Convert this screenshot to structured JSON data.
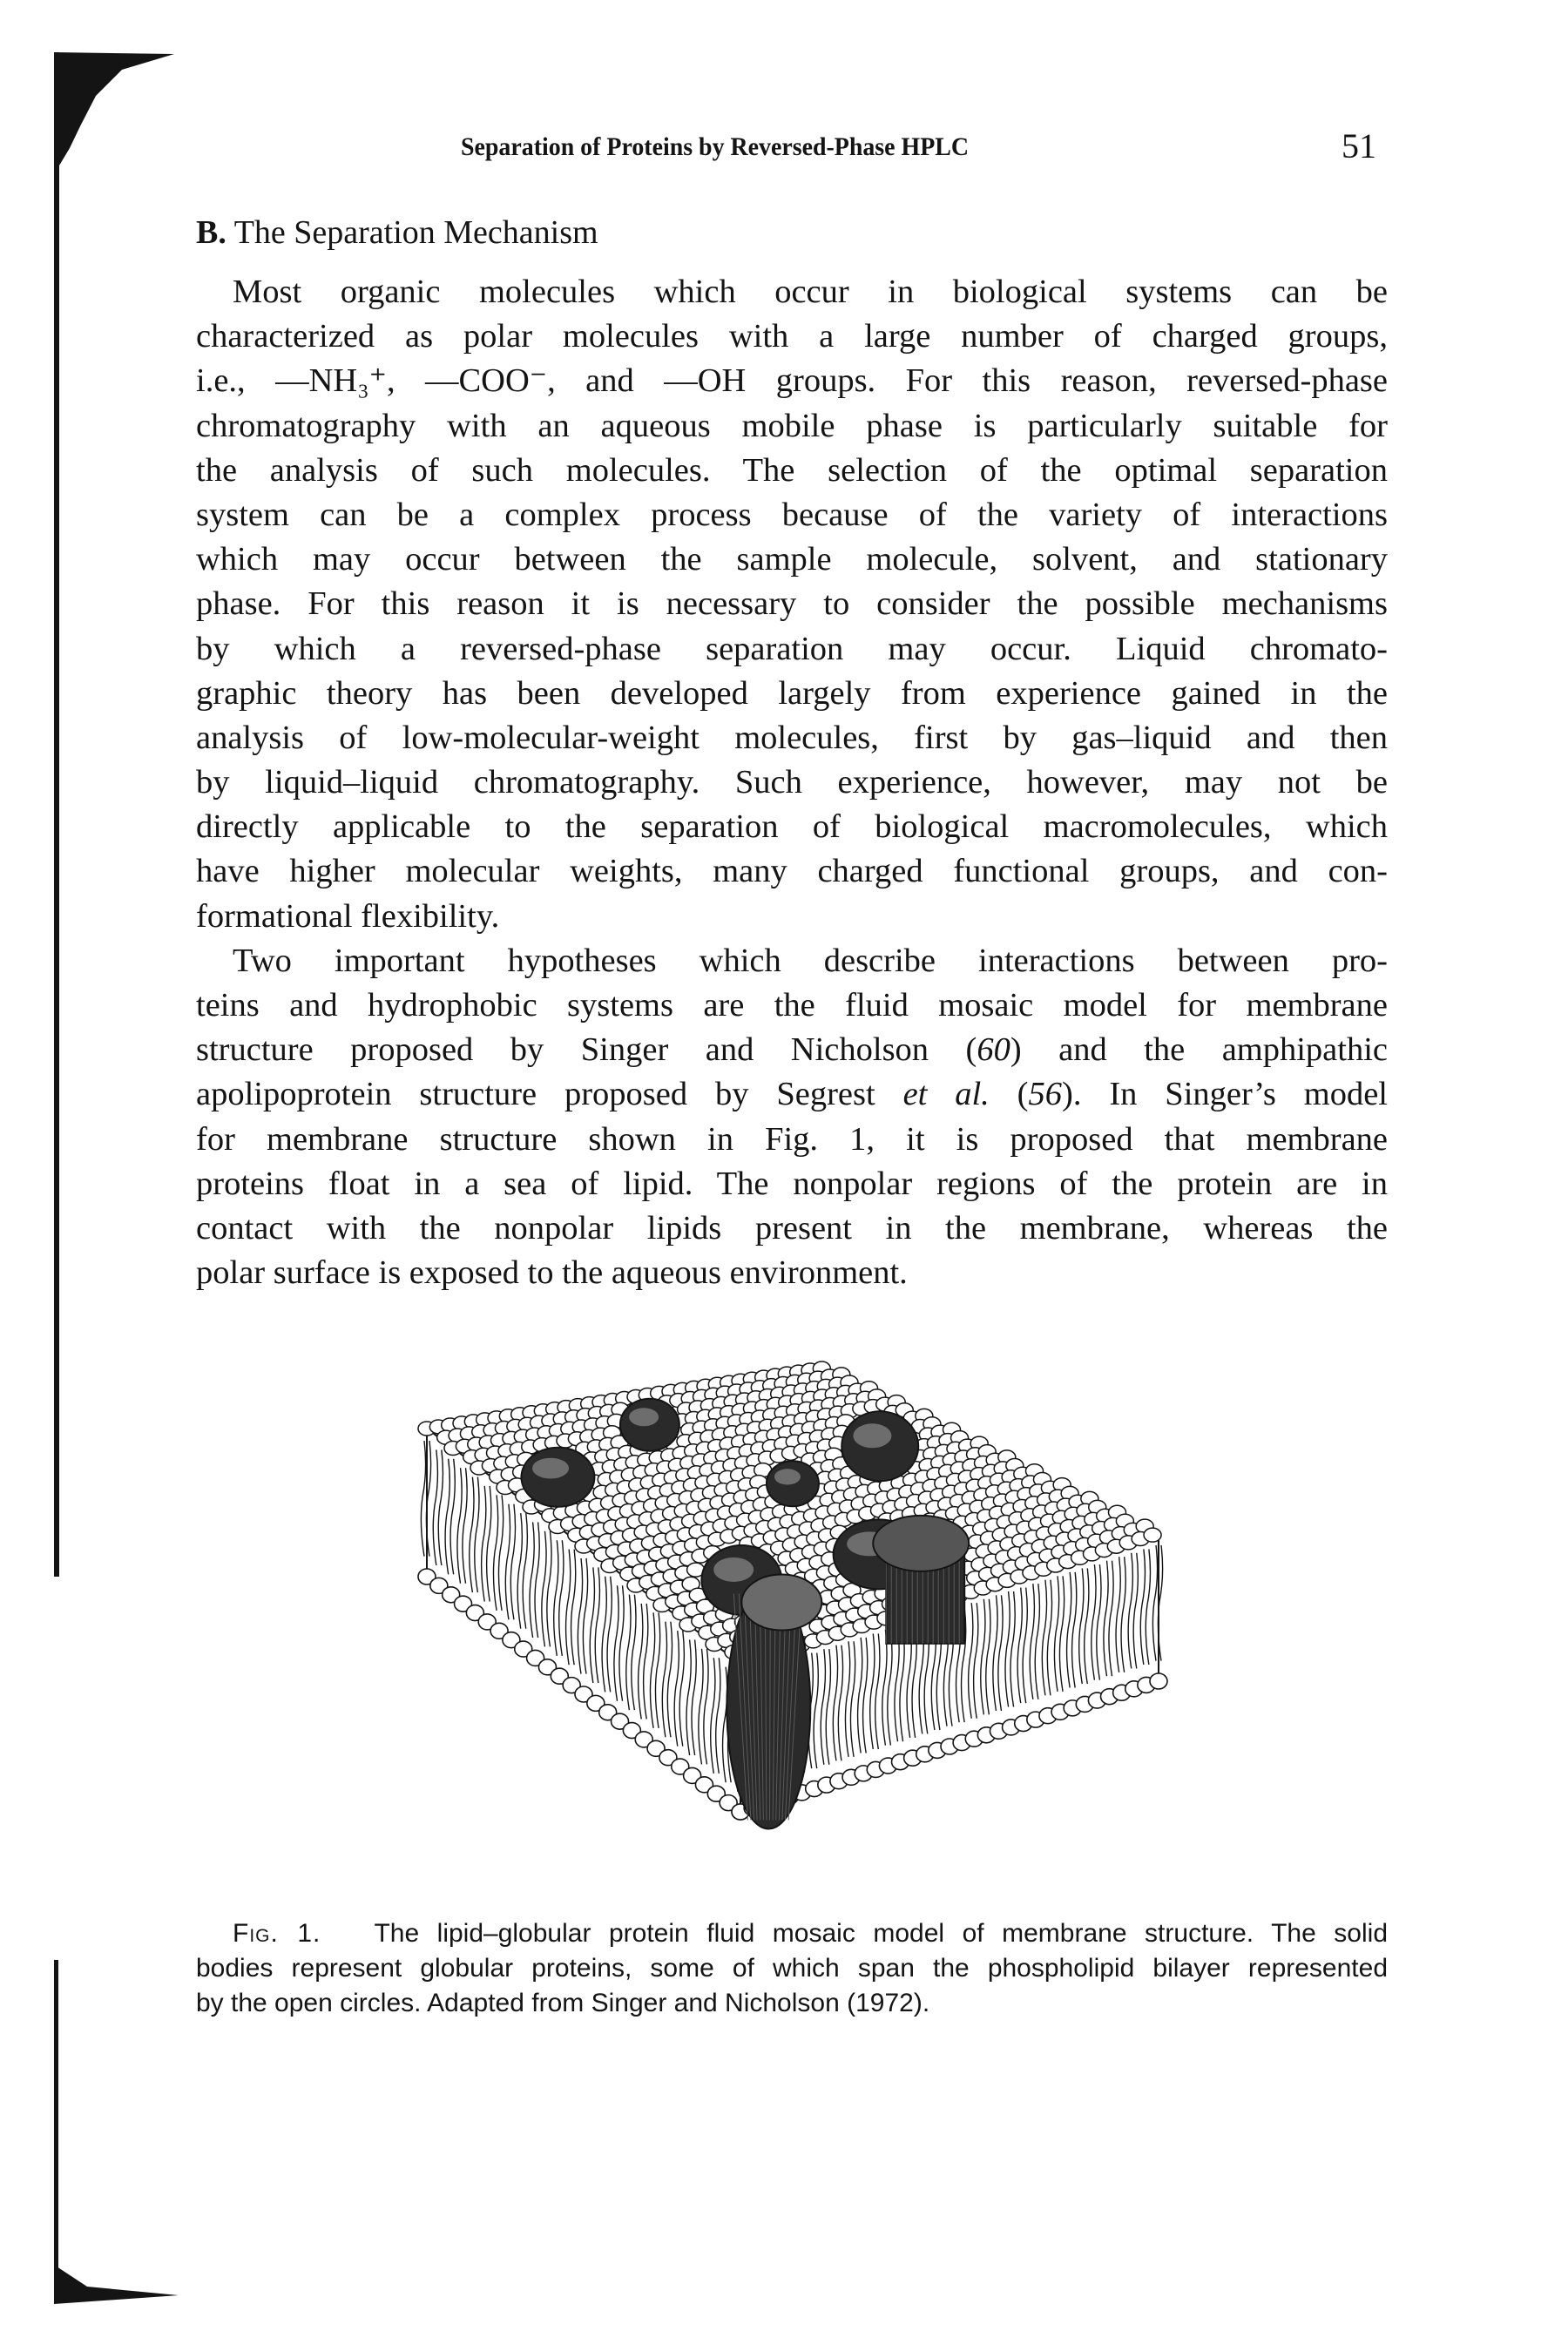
{
  "page": {
    "running_head": "Separation of Proteins by Reversed-Phase HPLC",
    "page_number": "51"
  },
  "section": {
    "letter": "B.",
    "title": "The Separation Mechanism"
  },
  "paragraph1": {
    "lines": [
      "Most organic molecules which occur in biological systems can be",
      "characterized as polar molecules with a large number of charged groups,",
      "i.e., —NH₃⁺, —COO⁻, and —OH groups. For this reason, reversed-phase",
      "chromatography with an aqueous mobile phase is particularly suitable for",
      "the analysis of such molecules. The selection of the optimal separation",
      "system can be a complex process because of the variety of interactions",
      "which may occur between the sample molecule, solvent, and stationary",
      "phase. For this reason it is necessary to consider the possible mechanisms",
      "by which a reversed-phase separation may occur. Liquid chromato-",
      "graphic theory has been developed largely from experience gained in the",
      "analysis of low-molecular-weight molecules, first by gas–liquid and then",
      "by liquid–liquid chromatography. Such experience, however, may not be",
      "directly applicable to the separation of biological macromolecules, which",
      "have higher molecular weights, many charged functional groups, and con-",
      "formational flexibility."
    ]
  },
  "paragraph2": {
    "line1": "Two important hypotheses which describe interactions between pro-",
    "line2": "teins and hydrophobic systems are the fluid mosaic model for membrane",
    "line3_pre": "structure proposed by Singer and Nicholson (",
    "line3_ref": "60",
    "line3_post": ") and the amphipathic",
    "line4_pre": "apolipoprotein structure proposed by Segrest ",
    "line4_etal": "et al.",
    "line4_mid": " (",
    "line4_ref": "56",
    "line4_post": "). In Singer’s model",
    "line5": "for membrane structure shown in Fig. 1, it is proposed that membrane",
    "line6": "proteins float in a sea of lipid. The nonpolar regions of the protein are in",
    "line7": "contact with the nonpolar lipids present in the membrane, whereas the",
    "line8": "polar surface is exposed to the aqueous environment."
  },
  "figure": {
    "label": "Fig. 1.",
    "caption_line1": "The lipid–globular protein fluid mosaic model of membrane structure. The solid",
    "caption_line2": "bodies represent globular proteins, some of which span the phospholipid bilayer represented",
    "caption_line3": "by the open circles. Adapted from Singer and Nicholson (1972).",
    "colors": {
      "ink": "#141414",
      "head_fill": "#ffffff",
      "protein": "#2a2a2a"
    }
  }
}
